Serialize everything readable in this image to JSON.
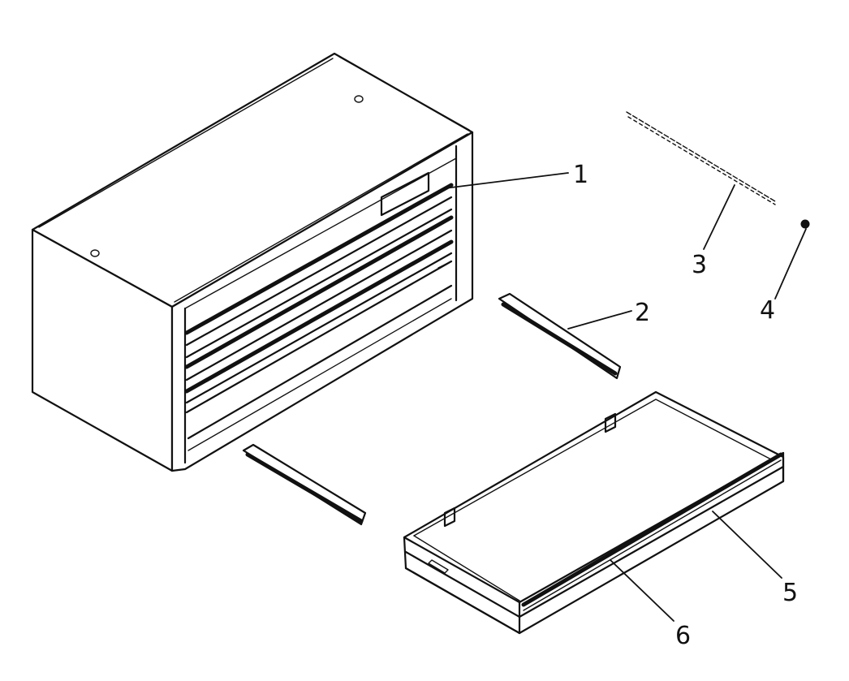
{
  "diagram": {
    "callouts": [
      {
        "id": "1",
        "text": "1",
        "part": "tool-chest"
      },
      {
        "id": "2",
        "text": "2",
        "part": "drawer-slide-right"
      },
      {
        "id": "3",
        "text": "3",
        "part": "drawer-liner-strip"
      },
      {
        "id": "4",
        "text": "4",
        "part": "screw"
      },
      {
        "id": "5",
        "text": "5",
        "part": "drawer"
      },
      {
        "id": "6",
        "text": "6",
        "part": "drawer-front-trim"
      }
    ]
  },
  "colors": {
    "line": "#111111",
    "background": "#ffffff"
  }
}
